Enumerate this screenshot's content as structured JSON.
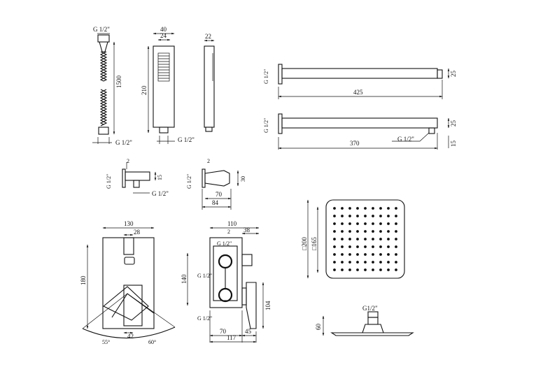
{
  "hose": {
    "thread_top": "G 1/2\"",
    "length": "1500",
    "thread_bottom": "G 1/2\""
  },
  "hand_shower": {
    "width": "40",
    "head_width": "24",
    "length": "210",
    "thread": "G 1/2\"",
    "depth": "22"
  },
  "arm_long": {
    "thread": "G 1/2\"",
    "height": "25",
    "length": "425"
  },
  "arm_short": {
    "thread": "G 1/2\"",
    "height": "25",
    "thread_end": "G 1/2\"",
    "drop": "15",
    "length": "370"
  },
  "outlet": {
    "thread": "G 1/2\"",
    "offset": "2",
    "height": "15",
    "thread_side": "G 1/2\""
  },
  "holder": {
    "thread": "G 1/2\"",
    "offset": "2",
    "height": "30",
    "width": "70",
    "total": "84"
  },
  "mixer_front": {
    "width": "130",
    "handle": "28",
    "height": "180",
    "offset": "42",
    "angle_left": "55°",
    "angle_right": "60°"
  },
  "mixer_side": {
    "width": "110",
    "d2": "38",
    "d3": "2",
    "thread_top": "G 1/2\"",
    "height": "140",
    "thread_mid": "G 1/2\"",
    "lever": "104",
    "thread_bottom": "G 1/2\"",
    "d4": "70",
    "d5": "45",
    "total": "117"
  },
  "head": {
    "outer": "□200",
    "inner": "□165",
    "thread": "G1/2\"",
    "height": "60"
  }
}
